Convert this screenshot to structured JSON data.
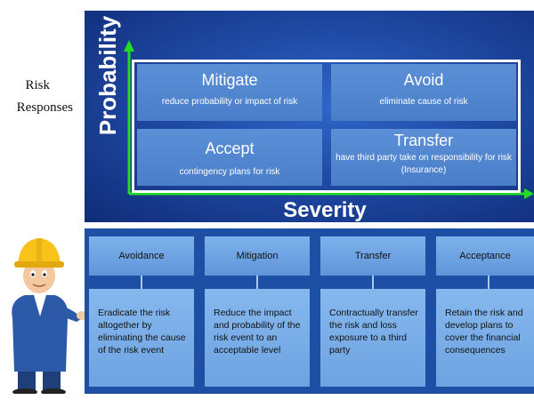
{
  "side_title": {
    "line1": "Risk",
    "line2": "Responses"
  },
  "matrix": {
    "y_axis_label": "Probability",
    "x_axis_label": "Severity",
    "quadrants": [
      {
        "title": "Mitigate",
        "subtitle": "reduce probability or impact of risk"
      },
      {
        "title": "Avoid",
        "subtitle": "eliminate cause of risk"
      },
      {
        "title": "Accept",
        "subtitle": "contingency plans for risk"
      },
      {
        "title": "Transfer",
        "subtitle": "have third party take on responsibility for risk (Insurance)"
      }
    ]
  },
  "responses": [
    {
      "heading": "Avoidance",
      "description": "Eradicate the risk altogether by eliminating the cause of the risk event"
    },
    {
      "heading": "Mitigation",
      "description": "Reduce the impact and probability of the risk event to an acceptable level"
    },
    {
      "heading": "Transfer",
      "description": "Contractually transfer the risk and loss exposure to a third party"
    },
    {
      "heading": "Acceptance",
      "description": "Retain the risk and develop plans to cover the financial consequences"
    }
  ],
  "colors": {
    "panel_blue": "#1d4fa4",
    "box_blue": "#6ea3e2",
    "axis_green": "#22dd22"
  }
}
